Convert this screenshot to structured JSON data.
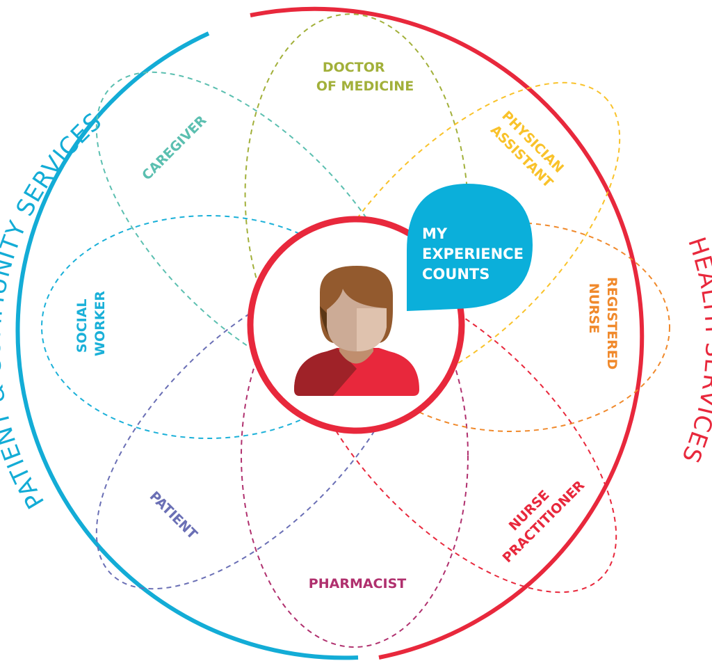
{
  "outer": {
    "left_label": "PATIENT & COMMUNITY SERVICES",
    "right_label": "HEALTH SERVICES",
    "left_color": "#13acd6",
    "right_color": "#e8283c"
  },
  "center": {
    "bubble_lines": [
      "MY",
      "EXPERIENCE",
      "COUNTS"
    ],
    "bubble_color": "#0bafda",
    "ring_color": "#e8283c",
    "person_icon": "person-avatar-icon"
  },
  "roles": {
    "doctor": {
      "lines": [
        "DOCTOR",
        "OF MEDICINE"
      ],
      "color": "#a2b03a"
    },
    "caregiver": {
      "lines": [
        "CAREGIVER"
      ],
      "color": "#5bbfb0"
    },
    "physician_assistant": {
      "lines": [
        "PHYSICIAN",
        "ASSISTANT"
      ],
      "color": "#f9c22a"
    },
    "registered_nurse": {
      "lines": [
        "REGISTERED",
        "NURSE"
      ],
      "color": "#f0892b"
    },
    "social_worker": {
      "lines": [
        "SOCIAL",
        "WORKER"
      ],
      "color": "#1ab0d8"
    },
    "patient": {
      "lines": [
        "PATIENT"
      ],
      "color": "#6a6fb5"
    },
    "pharmacist": {
      "lines": [
        "PHARMACIST"
      ],
      "color": "#b0306e"
    },
    "nurse_practitioner": {
      "lines": [
        "NURSE",
        "PRACTITIONER"
      ],
      "color": "#e8283c"
    }
  }
}
